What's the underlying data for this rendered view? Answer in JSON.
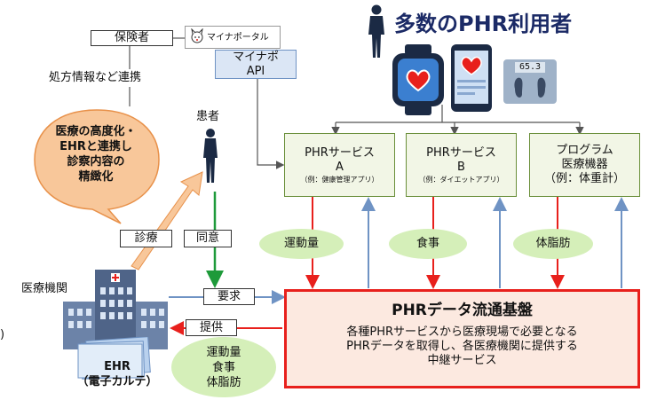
{
  "insurer": {
    "label": "保険者"
  },
  "myna_portal": {
    "label": "マイナポータル"
  },
  "myna_api": {
    "line1": "マイナポ",
    "line2": "API"
  },
  "prescription_link": {
    "label": "処方情報など連携"
  },
  "patient": {
    "label": "患者"
  },
  "callout": {
    "lines": [
      "医療の高度化・",
      "EHRと連携し",
      "診察内容の",
      "精緻化"
    ]
  },
  "exam": {
    "label": "診療"
  },
  "consent": {
    "label": "同意"
  },
  "hospital": {
    "label": "医療機関"
  },
  "ehr": {
    "line1": "EHR",
    "line2": "（電子カルテ）"
  },
  "request": {
    "label": "要求"
  },
  "provide": {
    "label": "提供"
  },
  "hospital_data": {
    "lines": [
      "運動量",
      "食事",
      "体脂肪"
    ]
  },
  "headline": {
    "title": "多数のPHR利用者"
  },
  "scale_reading": {
    "value": "65.3"
  },
  "services": [
    {
      "title": "PHRサービス",
      "sub": "A",
      "example": "（例：健康管理アプリ）"
    },
    {
      "title": "PHRサービス",
      "sub": "B",
      "example": "（例：ダイエットアプリ）"
    },
    {
      "title": "プログラム",
      "sub": "医療機器",
      "example": "（例：体重計）"
    }
  ],
  "data_types": [
    "運動量",
    "食事",
    "体脂肪"
  ],
  "platform": {
    "title": "PHRデータ流通基盤",
    "desc1": "各種PHRサービスから医療現場で必要となる",
    "desc2": "PHRデータを取得し、各医療機関に提供する",
    "desc3": "中継サービス"
  },
  "edge_mark": {
    "label": ")"
  },
  "colors": {
    "red": "#e8201c",
    "blue": "#6f93c4",
    "green": "#1e9a3a",
    "orange": "#f5a35c",
    "light_green": "#d5efb9"
  }
}
